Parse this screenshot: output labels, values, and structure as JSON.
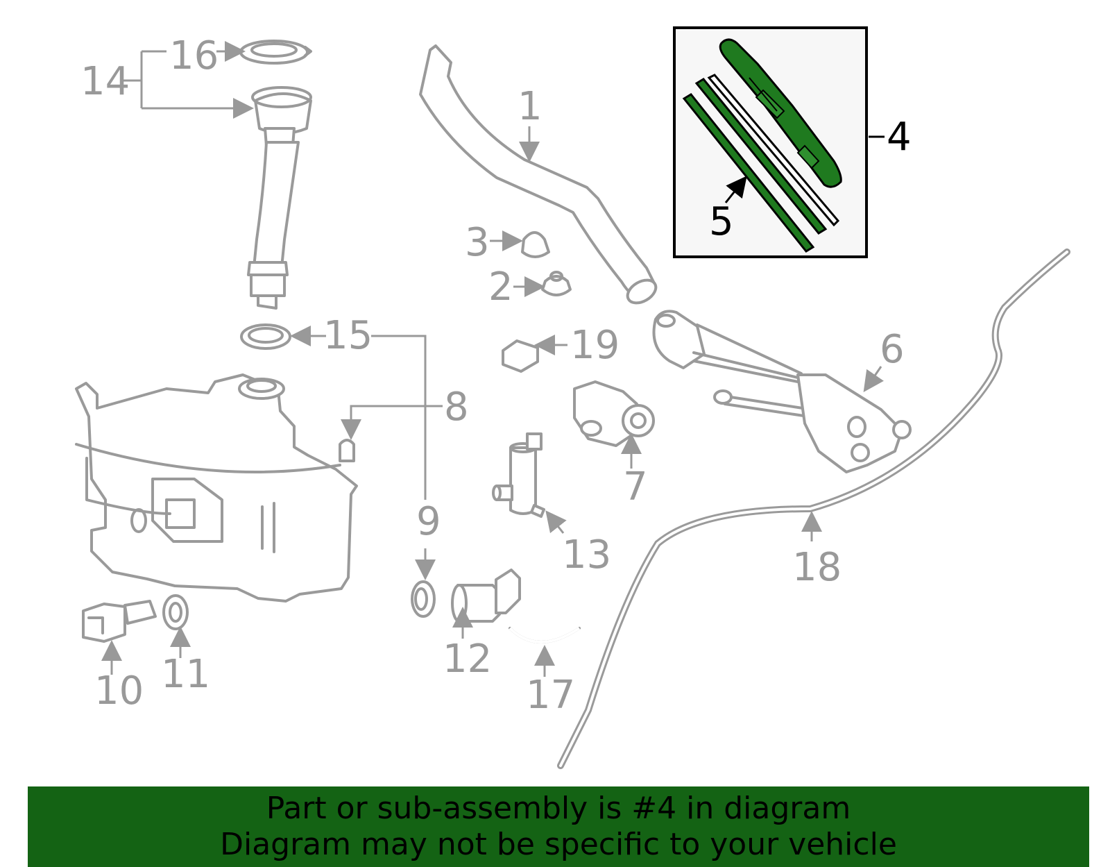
{
  "callouts": {
    "c1": "1",
    "c2": "2",
    "c3": "3",
    "c4": "4",
    "c5": "5",
    "c6": "6",
    "c7": "7",
    "c8": "8",
    "c9": "9",
    "c10": "10",
    "c11": "11",
    "c12": "12",
    "c13": "13",
    "c14": "14",
    "c15": "15",
    "c16": "16",
    "c17": "17",
    "c18": "18",
    "c19": "19"
  },
  "highlighted_part": "4",
  "colors": {
    "highlight": "#1f7a1f",
    "banner": "#146314",
    "callout_gray": "#999999",
    "part_stroke": "#9a9a9a"
  },
  "banner": {
    "line1": "Part or sub-assembly is #4 in diagram",
    "line2": "Diagram may not be specific to your vehicle"
  }
}
